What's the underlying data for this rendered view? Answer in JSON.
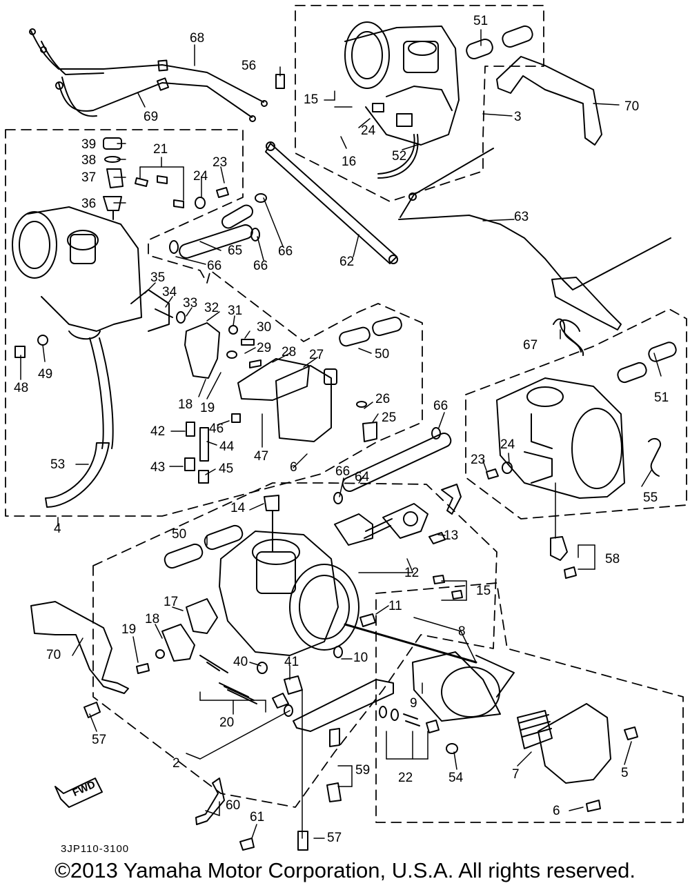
{
  "diagram": {
    "fwd_label": "FWD",
    "drawing_code": "3JP110-3100",
    "copyright": "©2013 Yamaha Motor Corporation, U.S.A. All rights reserved.",
    "callouts": [
      {
        "id": "c68",
        "label": "68"
      },
      {
        "id": "c69",
        "label": "69"
      },
      {
        "id": "c56",
        "label": "56"
      },
      {
        "id": "c51a",
        "label": "51"
      },
      {
        "id": "c70a",
        "label": "70"
      },
      {
        "id": "c3",
        "label": "3"
      },
      {
        "id": "c15a",
        "label": "15"
      },
      {
        "id": "c16",
        "label": "16"
      },
      {
        "id": "c24a",
        "label": "24"
      },
      {
        "id": "c52",
        "label": "52"
      },
      {
        "id": "c39",
        "label": "39"
      },
      {
        "id": "c38",
        "label": "38"
      },
      {
        "id": "c37",
        "label": "37"
      },
      {
        "id": "c36",
        "label": "36"
      },
      {
        "id": "c21",
        "label": "21"
      },
      {
        "id": "c24b",
        "label": "24"
      },
      {
        "id": "c23a",
        "label": "23"
      },
      {
        "id": "c63",
        "label": "63"
      },
      {
        "id": "c65",
        "label": "65"
      },
      {
        "id": "c66a",
        "label": "66"
      },
      {
        "id": "c66b",
        "label": "66"
      },
      {
        "id": "c66c",
        "label": "66"
      },
      {
        "id": "c62",
        "label": "62"
      },
      {
        "id": "c35",
        "label": "35"
      },
      {
        "id": "c34",
        "label": "34"
      },
      {
        "id": "c33",
        "label": "33"
      },
      {
        "id": "c32",
        "label": "32"
      },
      {
        "id": "c31",
        "label": "31"
      },
      {
        "id": "c30",
        "label": "30"
      },
      {
        "id": "c29",
        "label": "29"
      },
      {
        "id": "c28",
        "label": "28"
      },
      {
        "id": "c27",
        "label": "27"
      },
      {
        "id": "c50a",
        "label": "50"
      },
      {
        "id": "c67",
        "label": "67"
      },
      {
        "id": "c51b",
        "label": "51"
      },
      {
        "id": "c48",
        "label": "48"
      },
      {
        "id": "c49",
        "label": "49"
      },
      {
        "id": "c18a",
        "label": "18"
      },
      {
        "id": "c19a",
        "label": "19"
      },
      {
        "id": "c26",
        "label": "26"
      },
      {
        "id": "c25",
        "label": "25"
      },
      {
        "id": "c42",
        "label": "42"
      },
      {
        "id": "c46",
        "label": "46"
      },
      {
        "id": "c44",
        "label": "44"
      },
      {
        "id": "c47",
        "label": "47"
      },
      {
        "id": "c66d",
        "label": "66"
      },
      {
        "id": "c24c",
        "label": "24"
      },
      {
        "id": "c23b",
        "label": "23"
      },
      {
        "id": "c53",
        "label": "53"
      },
      {
        "id": "c43",
        "label": "43"
      },
      {
        "id": "c45",
        "label": "45"
      },
      {
        "id": "c6a",
        "label": "6"
      },
      {
        "id": "c66e",
        "label": "66"
      },
      {
        "id": "c64",
        "label": "64"
      },
      {
        "id": "c55",
        "label": "55"
      },
      {
        "id": "c4",
        "label": "4"
      },
      {
        "id": "c14",
        "label": "14"
      },
      {
        "id": "c13",
        "label": "13"
      },
      {
        "id": "c58",
        "label": "58"
      },
      {
        "id": "c50b",
        "label": "50"
      },
      {
        "id": "c12",
        "label": "12"
      },
      {
        "id": "c15b",
        "label": "15"
      },
      {
        "id": "c17",
        "label": "17"
      },
      {
        "id": "c11",
        "label": "11"
      },
      {
        "id": "c8",
        "label": "8"
      },
      {
        "id": "c19b",
        "label": "19"
      },
      {
        "id": "c18b",
        "label": "18"
      },
      {
        "id": "c70b",
        "label": "70"
      },
      {
        "id": "c10",
        "label": "10"
      },
      {
        "id": "c40",
        "label": "40"
      },
      {
        "id": "c41",
        "label": "41"
      },
      {
        "id": "c9",
        "label": "9"
      },
      {
        "id": "c20",
        "label": "20"
      },
      {
        "id": "c57a",
        "label": "57"
      },
      {
        "id": "c2",
        "label": "2"
      },
      {
        "id": "c59",
        "label": "59"
      },
      {
        "id": "c22",
        "label": "22"
      },
      {
        "id": "c54",
        "label": "54"
      },
      {
        "id": "c7",
        "label": "7"
      },
      {
        "id": "c5",
        "label": "5"
      },
      {
        "id": "c60",
        "label": "60"
      },
      {
        "id": "c61",
        "label": "61"
      },
      {
        "id": "c6b",
        "label": "6"
      },
      {
        "id": "c57b",
        "label": "57"
      }
    ]
  }
}
